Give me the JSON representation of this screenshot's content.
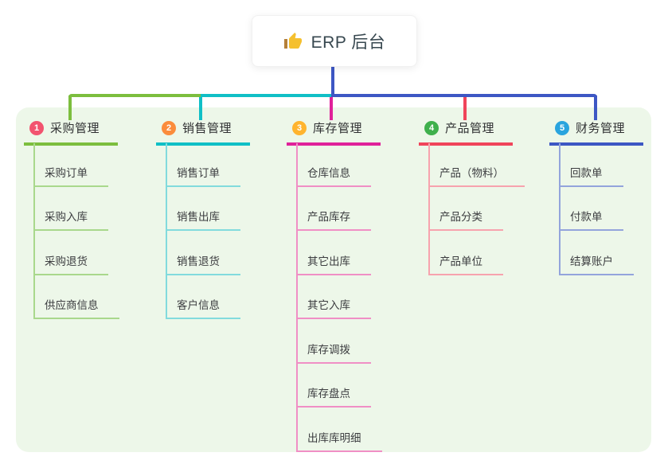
{
  "root": {
    "icon": "thumbs-up",
    "label": "ERP 后台"
  },
  "branches": [
    {
      "index": "1",
      "label": "采购管理",
      "badge_color": "#f2536f",
      "line_color": "#7cbe3e",
      "child_line_color": "#a9d88c",
      "children": [
        "采购订单",
        "采购入库",
        "采购退货",
        "供应商信息"
      ]
    },
    {
      "index": "2",
      "label": "销售管理",
      "badge_color": "#fb8c3c",
      "line_color": "#10bfc6",
      "child_line_color": "#82dbdd",
      "children": [
        "销售订单",
        "销售出库",
        "销售退货",
        "客户信息"
      ]
    },
    {
      "index": "3",
      "label": "库存管理",
      "badge_color": "#ffb42e",
      "line_color": "#e0219a",
      "child_line_color": "#f08fc5",
      "children": [
        "仓库信息",
        "产品库存",
        "其它出库",
        "其它入库",
        "库存调拨",
        "库存盘点",
        "出库库明细"
      ]
    },
    {
      "index": "4",
      "label": "产品管理",
      "badge_color": "#3fb04c",
      "line_color": "#f0445a",
      "child_line_color": "#f7a3ae",
      "children": [
        "产品（物料）",
        "产品分类",
        "产品单位"
      ]
    },
    {
      "index": "5",
      "label": "财务管理",
      "badge_color": "#29a4de",
      "line_color": "#3d57c4",
      "child_line_color": "#93a4dc",
      "children": [
        "回款单",
        "付款单",
        "结算账户"
      ]
    }
  ],
  "colors": {
    "page_bg": "#ffffff",
    "panel_bg": "#edf7e9",
    "root_connector": "#3d57c4",
    "root_card_bg": "#ffffff",
    "title_text": "#303133",
    "child_text": "#3c3d40",
    "thumb_icon": "#f5c02f"
  }
}
